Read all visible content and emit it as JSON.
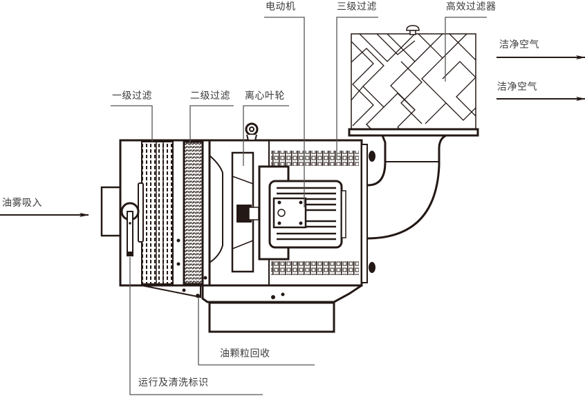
{
  "diagram": {
    "title_type": "oil-mist purifier structure",
    "labels": {
      "motor": "电动机",
      "third_filter": "三级过滤",
      "hepa_filter": "高效过滤器",
      "clean_air_1": "洁净空气",
      "clean_air_2": "洁净空气",
      "first_filter": "一级过滤",
      "second_filter": "二级过滤",
      "impeller": "离心叶轮",
      "oil_mist_inlet": "油雾吸入",
      "oil_particle_recovery": "油颗粒回收",
      "run_clean_indicator": "运行及清洗标识"
    },
    "colors": {
      "line": "#231815",
      "text": "#3a3a3a",
      "leader": "#555555"
    }
  }
}
